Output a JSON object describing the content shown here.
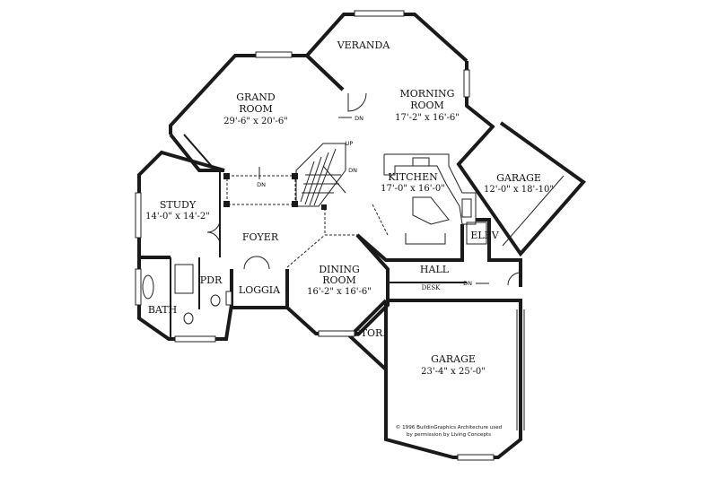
{
  "rooms": {
    "veranda": {
      "name": "VERANDA"
    },
    "grand_room": {
      "name": "GRAND ROOM",
      "line1": "GRAND",
      "line2": "ROOM",
      "dims": "29'-6\" x 20'-6\""
    },
    "morning_room": {
      "name": "MORNING ROOM",
      "line1": "MORNING",
      "line2": "ROOM",
      "dims": "17'-2\" x 16'-6\""
    },
    "kitchen": {
      "name": "KITCHEN",
      "dims": "17'-0\" x 16'-0\""
    },
    "garage_small": {
      "name": "GARAGE",
      "dims": "12'-0\" x 18'-10\""
    },
    "study": {
      "name": "STUDY",
      "dims": "14'-0\" x 14'-2\""
    },
    "foyer": {
      "name": "FOYER"
    },
    "elev": {
      "name": "ELEV"
    },
    "hall": {
      "name": "HALL"
    },
    "desk": {
      "name": "DESK"
    },
    "dining_room": {
      "name": "DINING ROOM",
      "line1": "DINING",
      "line2": "ROOM",
      "dims": "16'-2\" x 16'-6\""
    },
    "pdr": {
      "name": "PDR"
    },
    "loggia": {
      "name": "LOGGIA"
    },
    "bath": {
      "name": "BATH"
    },
    "stor": {
      "name": "STOR."
    },
    "garage_large": {
      "name": "GARAGE",
      "dims": "23'-4\" x 25'-0\""
    }
  },
  "stair_marks": {
    "dn_grand_room": "DN",
    "up_stair": "UP",
    "dn_stair": "DN",
    "dn_foyer": "DN",
    "dn_hall": "DN"
  },
  "credit": {
    "line1": "© 1996 BuildinGraphics Architecture used",
    "line2": "by permission by Living Concepts"
  }
}
